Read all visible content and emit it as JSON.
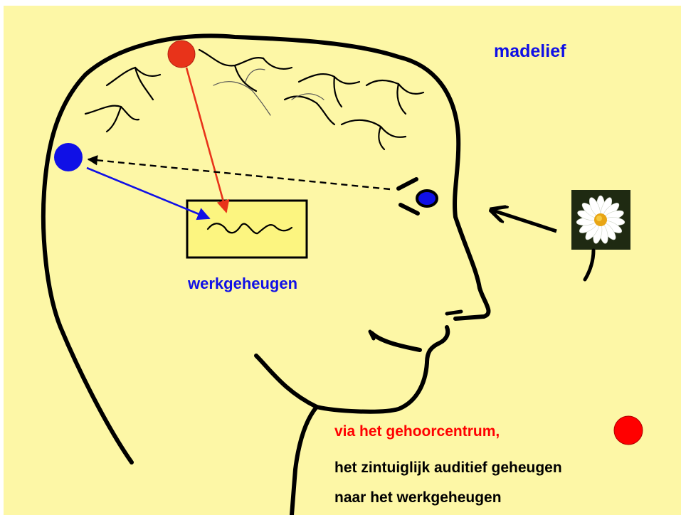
{
  "title_word": "madelief",
  "box_label": "werkgeheugen",
  "caption": {
    "line1": "via het gehoorcentrum,",
    "line2": "het zintuiglijk auditief geheugen",
    "line3": "naar het werkgeheugen"
  },
  "colors": {
    "background": "#fdf7a6",
    "outline": "#000000",
    "blue": "#1010e6",
    "red": "#e8331a",
    "bright_red": "#ff0000",
    "box_fill": "#fcf580"
  },
  "icons": [
    "daisy-flower-icon"
  ]
}
